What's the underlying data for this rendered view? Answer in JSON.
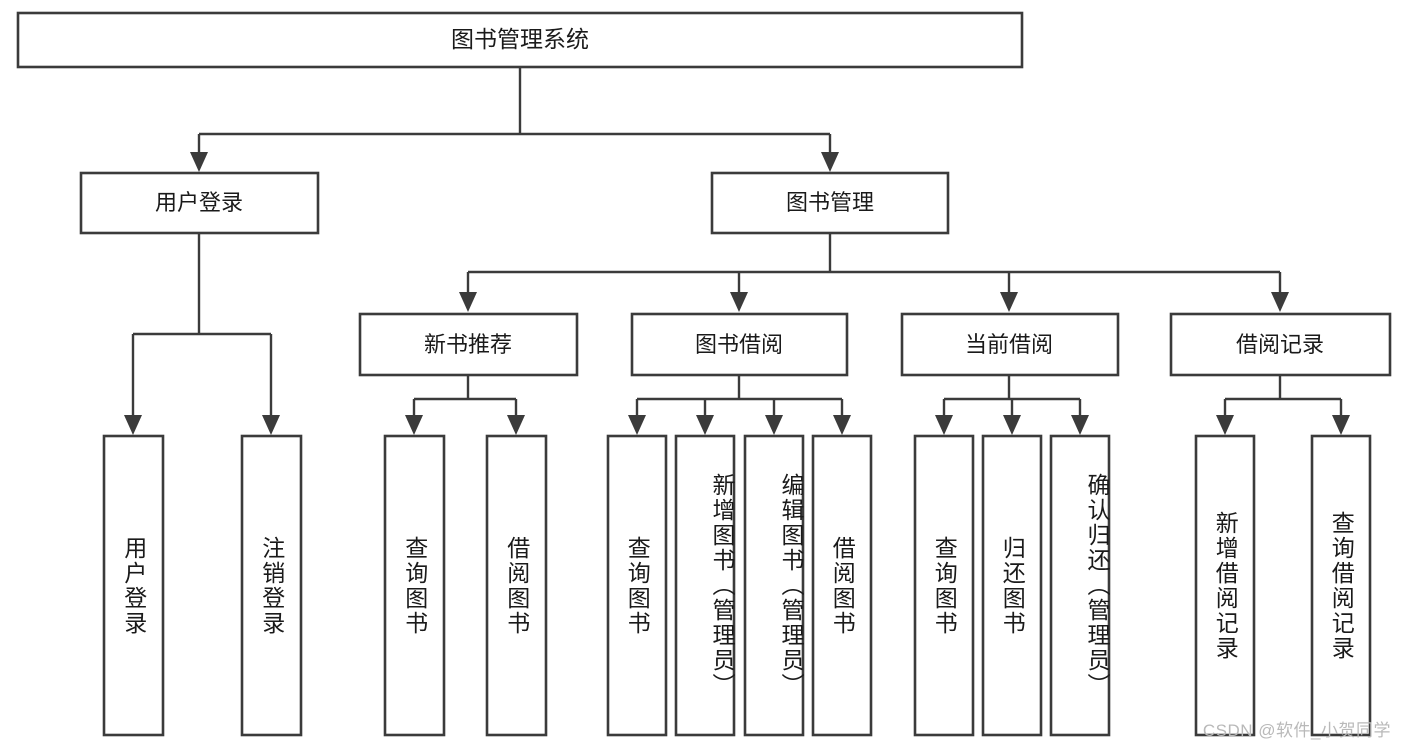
{
  "diagram": {
    "title": "图书管理系统",
    "type": "hierarchy-tree",
    "watermark": "CSDN @软件_小贺同学",
    "colors": {
      "box_stroke": "#3b3b3b",
      "box_fill": "#ffffff",
      "connector": "#3b3b3b",
      "text": "#1a1a1a",
      "watermark": "#b9b9b9",
      "background": "#ffffff"
    },
    "root": {
      "label": "图书管理系统",
      "orientation": "horizontal"
    },
    "level2": [
      {
        "label": "用户登录",
        "orientation": "horizontal"
      },
      {
        "label": "图书管理",
        "orientation": "horizontal"
      }
    ],
    "level3": [
      {
        "label": "新书推荐",
        "orientation": "horizontal"
      },
      {
        "label": "图书借阅",
        "orientation": "horizontal"
      },
      {
        "label": "当前借阅",
        "orientation": "horizontal"
      },
      {
        "label": "借阅记录",
        "orientation": "horizontal"
      }
    ],
    "leaves": {
      "user_login": [
        {
          "label": "用户登录",
          "orientation": "vertical"
        },
        {
          "label": "注销登录",
          "orientation": "vertical"
        }
      ],
      "new_book_recommend": [
        {
          "label": "查询图书",
          "orientation": "vertical"
        },
        {
          "label": "借阅图书",
          "orientation": "vertical"
        }
      ],
      "book_borrow": [
        {
          "label": "查询图书",
          "orientation": "vertical"
        },
        {
          "label": "新增图书（管理员）",
          "orientation": "vertical"
        },
        {
          "label": "编辑图书（管理员）",
          "orientation": "vertical"
        },
        {
          "label": "借阅图书",
          "orientation": "vertical"
        }
      ],
      "current_borrow": [
        {
          "label": "查询图书",
          "orientation": "vertical"
        },
        {
          "label": "归还图书",
          "orientation": "vertical"
        },
        {
          "label": "确认归还（管理员）",
          "orientation": "vertical"
        }
      ],
      "borrow_record": [
        {
          "label": "新增借阅记录",
          "orientation": "vertical"
        },
        {
          "label": "查询借阅记录",
          "orientation": "vertical"
        }
      ]
    }
  }
}
